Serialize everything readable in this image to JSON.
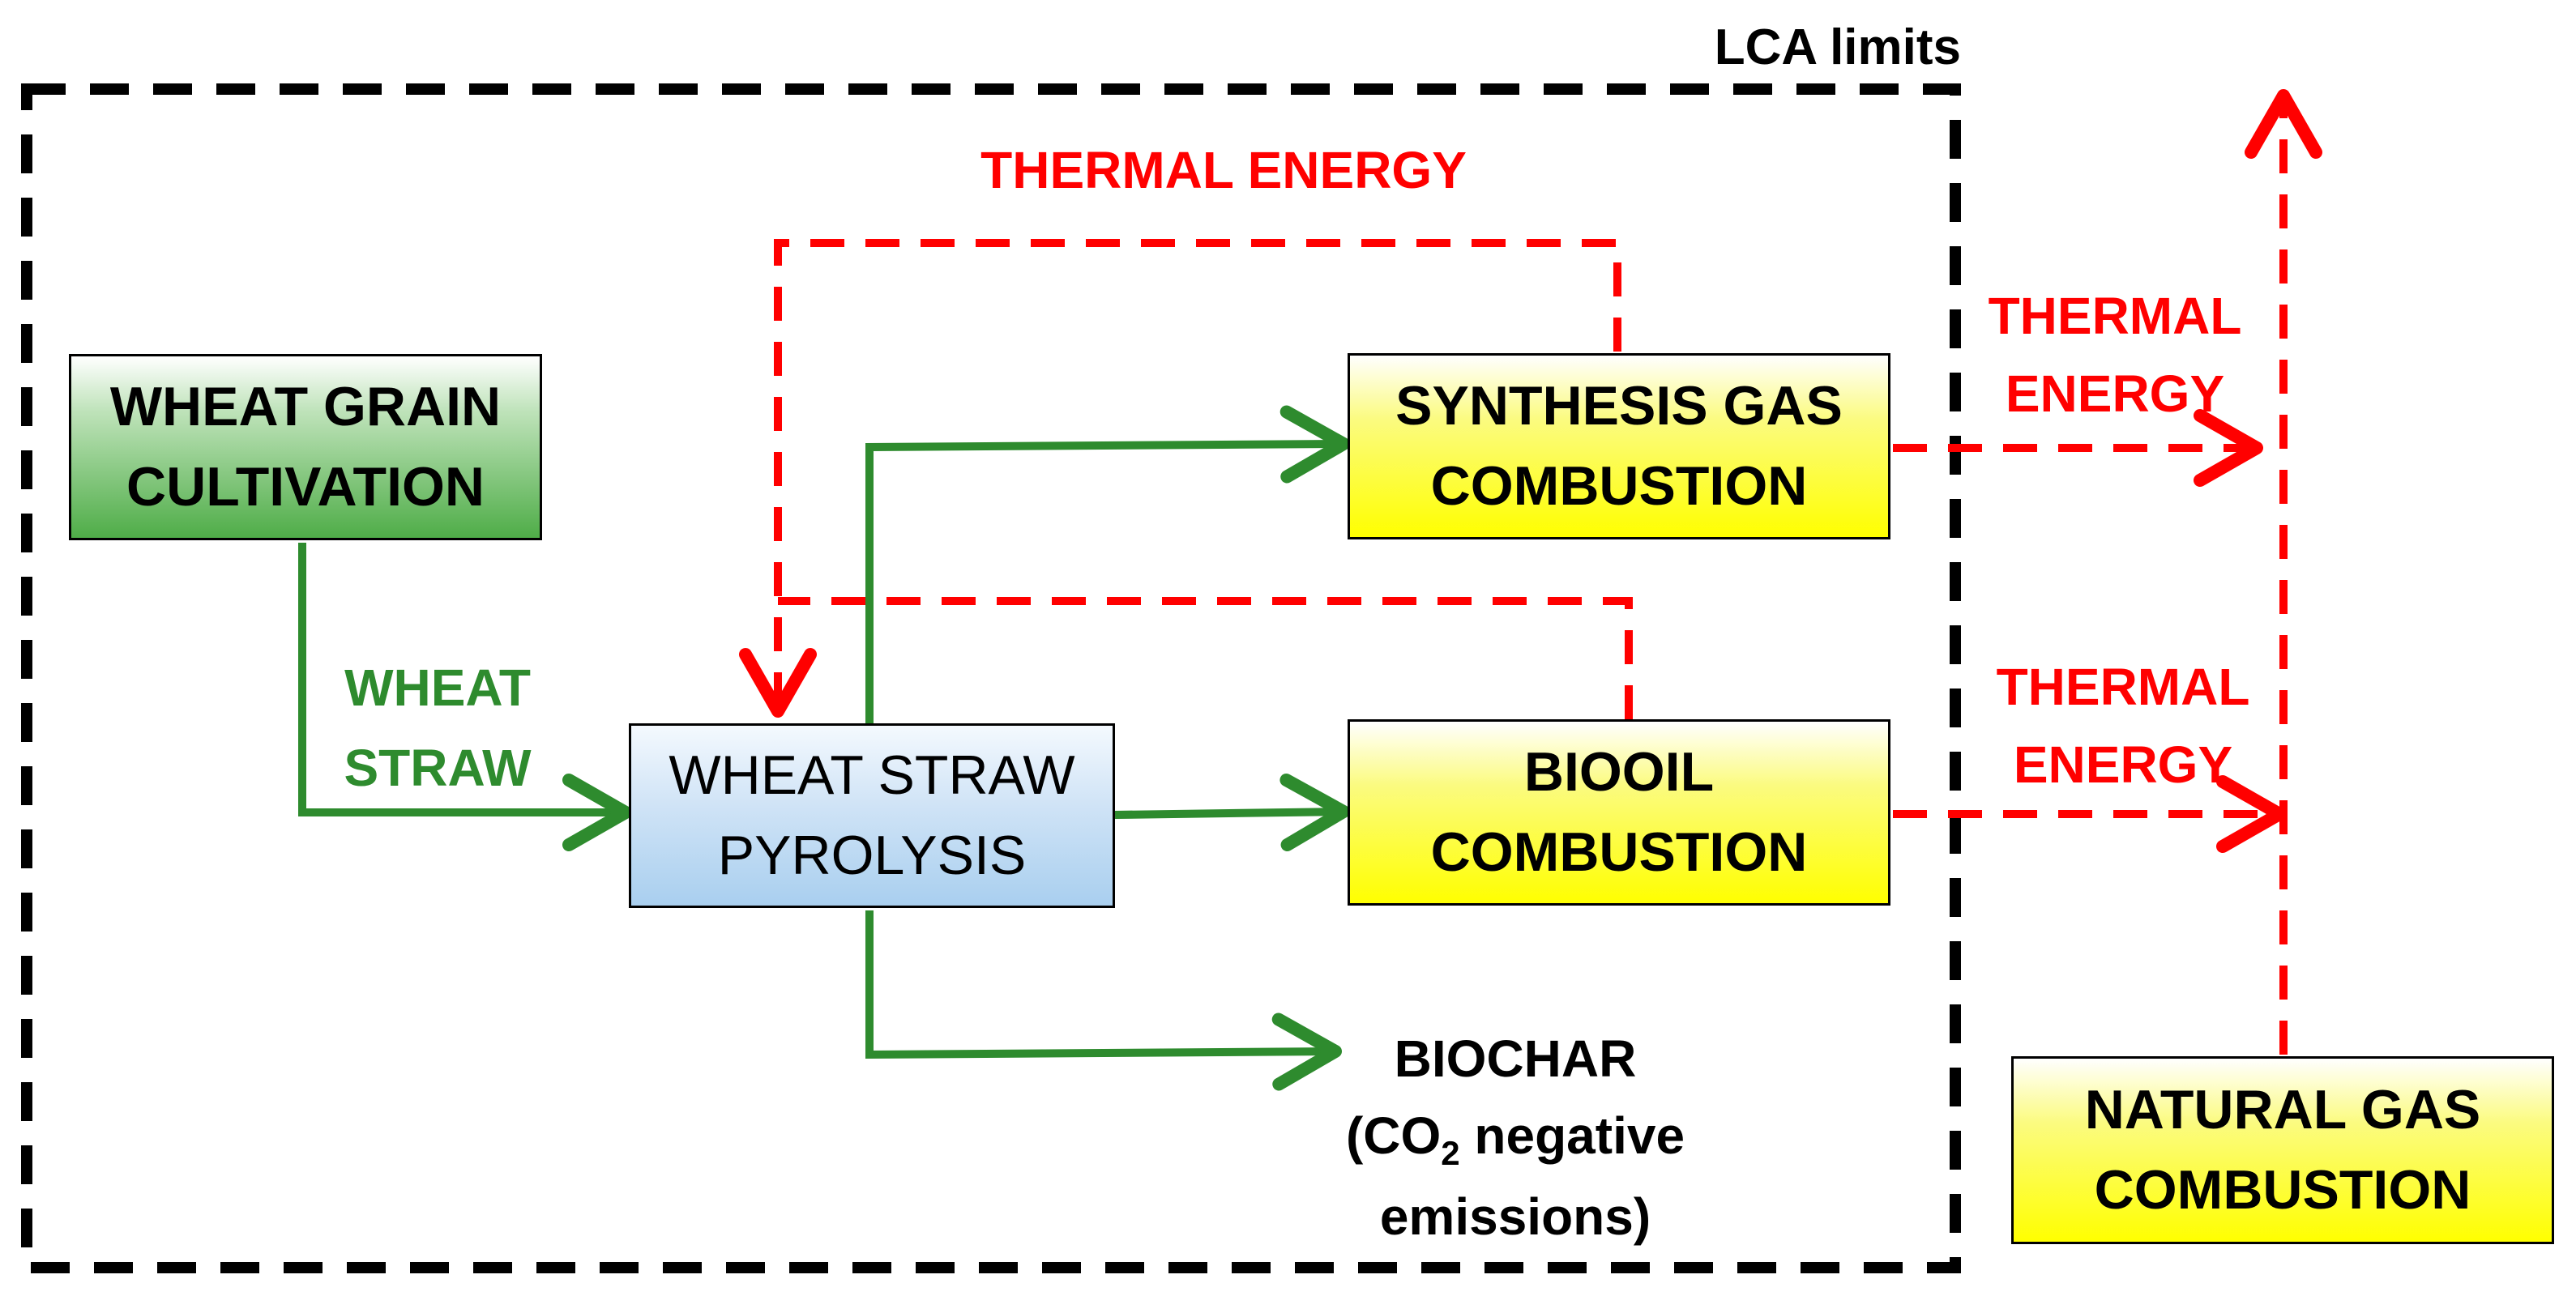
{
  "diagram": {
    "boundary_label": "LCA limits",
    "boxes": {
      "wheat_grain": [
        "WHEAT GRAIN",
        "CULTIVATION"
      ],
      "pyrolysis": [
        "WHEAT STRAW",
        "PYROLYSIS"
      ],
      "syngas": [
        "SYNTHESIS GAS",
        "COMBUSTION"
      ],
      "biooil": [
        "BIOOIL",
        "COMBUSTION"
      ],
      "natural_gas": [
        "NATURAL GAS",
        "COMBUSTION"
      ]
    },
    "labels": {
      "thermal_top": "THERMAL ENERGY",
      "thermal_syngas": [
        "THERMAL",
        "ENERGY"
      ],
      "thermal_biooil": [
        "THERMAL",
        "ENERGY"
      ],
      "wheat_straw": [
        "WHEAT",
        "STRAW"
      ],
      "biochar": {
        "line1": "BIOCHAR",
        "co2_prefix": "(CO",
        "co2_sub": "2",
        "co2_suffix": " negative",
        "line3": "emissions)"
      }
    },
    "colors": {
      "green_flow": "#2e8b2e",
      "thermal_flow": "#ff0000",
      "boundary": "#000000",
      "syngas_fill": "#ffff00",
      "pyrolysis_fill": "#a9cfef",
      "cultivation_fill": "#4fad48"
    }
  }
}
